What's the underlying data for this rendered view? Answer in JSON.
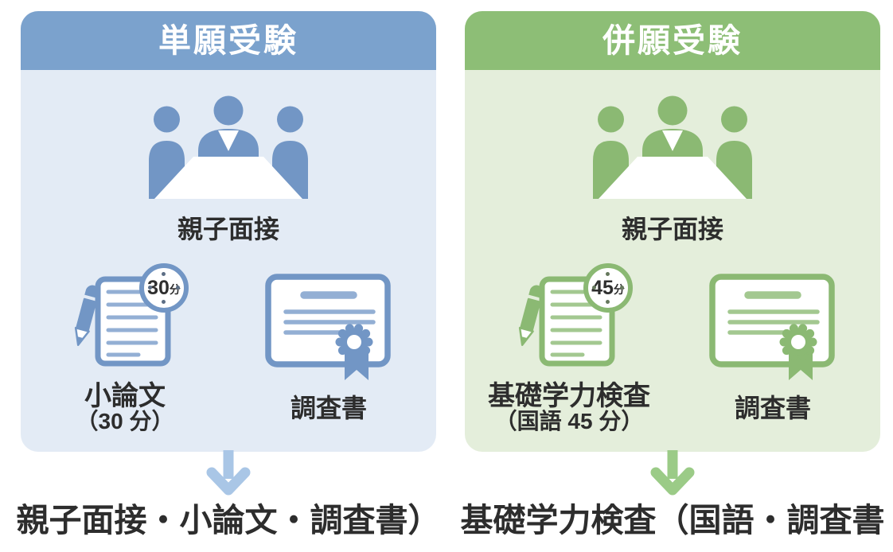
{
  "figure": {
    "background": "#ffffff",
    "text_color": "#2d2d2d"
  },
  "panels": [
    {
      "title": "単願受験",
      "interview": {
        "icon": "interview-people-table-icon",
        "label": "親子面接"
      },
      "exam": {
        "icons": [
          "pencil-icon",
          "document-icon",
          "clock-icon"
        ],
        "clock_minutes": "30",
        "clock_unit": "分",
        "label_line1": "小論文",
        "label_line2": "（30 分）"
      },
      "certificate": {
        "icon": "certificate-icon",
        "label": "調査書"
      },
      "arrow_icon": "down-arrow-icon",
      "result_text": "親子面接・小論文・調査書）",
      "colors": {
        "header_bg": "#7ba2cd",
        "body_bg": "#e3ebf5",
        "icon": "#7296c5",
        "icon_light": "#93afd4",
        "arrow": "#a9c6e6",
        "title_text": "#ffffff",
        "clock_tick": "#5c6e85"
      }
    },
    {
      "title": "併願受験",
      "interview": {
        "icon": "interview-people-table-icon",
        "label": "親子面接"
      },
      "exam": {
        "icons": [
          "pencil-icon",
          "document-icon",
          "clock-icon"
        ],
        "clock_minutes": "45",
        "clock_unit": "分",
        "label_line1": "基礎学力検査",
        "label_line2": "（国語 45 分）"
      },
      "certificate": {
        "icon": "certificate-icon",
        "label": "調査書"
      },
      "arrow_icon": "down-arrow-icon",
      "result_text": "基礎学力検査（国語・調査書",
      "colors": {
        "header_bg": "#8dbe76",
        "body_bg": "#e4eedb",
        "icon": "#8bb973",
        "icon_light": "#a3c890",
        "arrow": "#9bcb87",
        "title_text": "#ffffff",
        "clock_tick": "#66785d"
      }
    }
  ]
}
